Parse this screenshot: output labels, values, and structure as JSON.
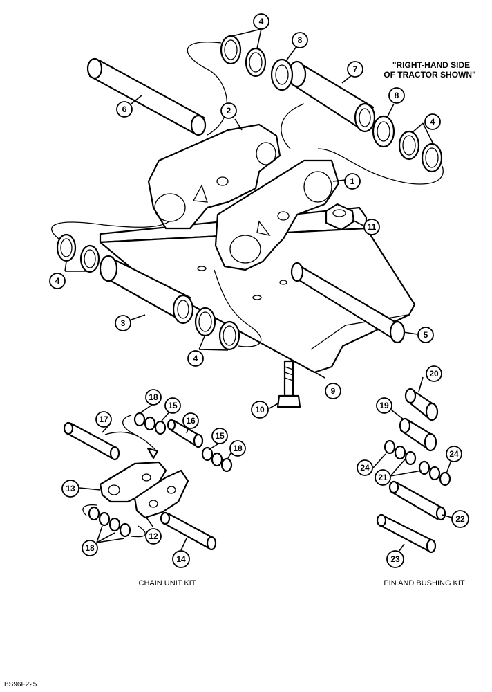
{
  "note": {
    "line1": "\"RIGHT-HAND SIDE",
    "line2": "OF TRACTOR SHOWN\""
  },
  "captions": {
    "chain_unit_kit": "CHAIN UNIT KIT",
    "pin_and_bushing_kit": "PIN AND BUSHING KIT"
  },
  "figure_code": "BS96F225",
  "callouts": {
    "c1": "1",
    "c2": "2",
    "c3": "3",
    "c4a": "4",
    "c4b": "4",
    "c4c": "4",
    "c4d": "4",
    "c5": "5",
    "c6": "6",
    "c7": "7",
    "c8a": "8",
    "c8b": "8",
    "c9": "9",
    "c10": "10",
    "c11": "11",
    "c12": "12",
    "c13": "13",
    "c14": "14",
    "c15a": "15",
    "c15b": "15",
    "c16": "16",
    "c17": "17",
    "c18a": "18",
    "c18b": "18",
    "c18c": "18",
    "c19": "19",
    "c20": "20",
    "c21": "21",
    "c22": "22",
    "c23": "23",
    "c24a": "24",
    "c24b": "24"
  }
}
